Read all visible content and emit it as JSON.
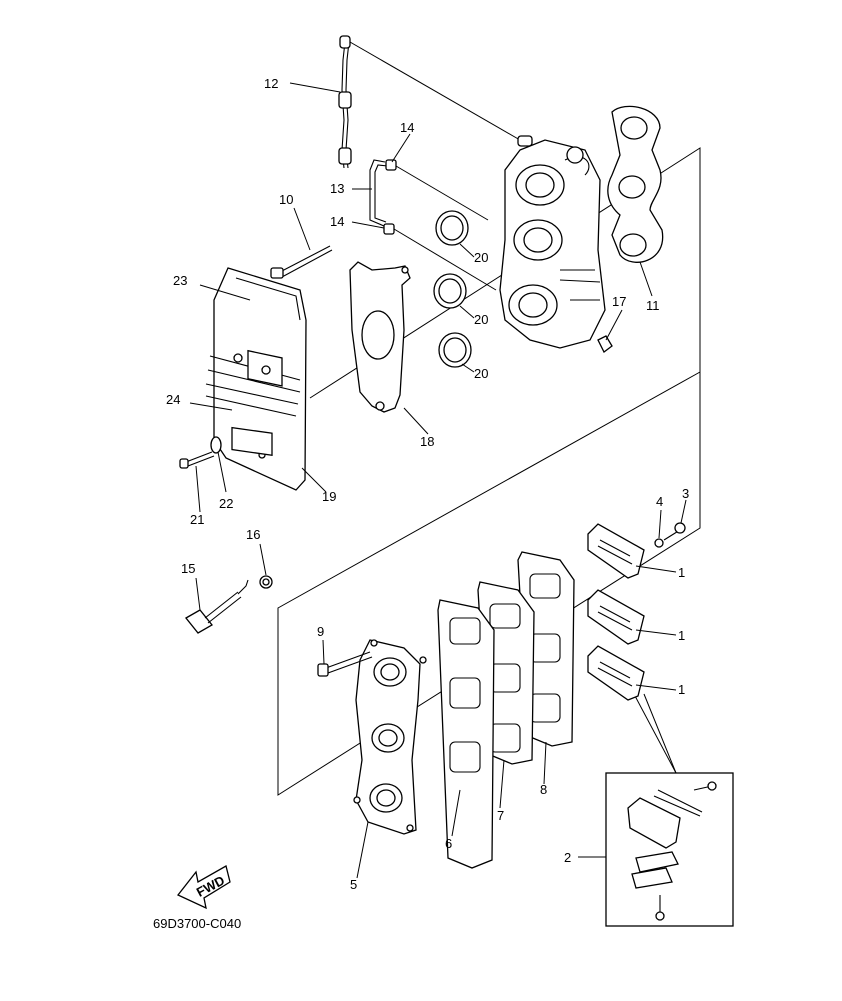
{
  "diagram": {
    "part_number_code": "69D3700-C040",
    "fwd_label": "FWD",
    "callouts": {
      "c1a": "1",
      "c1b": "1",
      "c1c": "1",
      "c2": "2",
      "c3": "3",
      "c4": "4",
      "c5": "5",
      "c6": "6",
      "c7": "7",
      "c8": "8",
      "c9": "9",
      "c10": "10",
      "c11": "11",
      "c12": "12",
      "c13": "13",
      "c14a": "14",
      "c14b": "14",
      "c15": "15",
      "c16": "16",
      "c17": "17",
      "c18": "18",
      "c19": "19",
      "c20a": "20",
      "c20b": "20",
      "c20c": "20",
      "c21": "21",
      "c22": "22",
      "c23": "23",
      "c24": "24"
    }
  }
}
